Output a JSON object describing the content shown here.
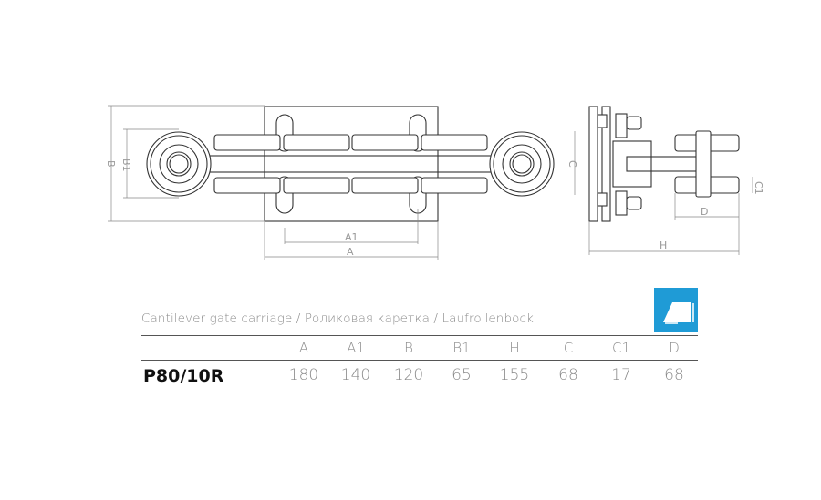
{
  "drawing": {
    "front_view_labels": {
      "B": "B",
      "B1": "B1",
      "A1": "A1",
      "A": "A"
    },
    "side_view_labels": {
      "C": "C",
      "C1": "C1",
      "D": "D",
      "H": "H"
    }
  },
  "caption": "Cantilever gate carriage / Роликовая каретка / Laufrollenbock",
  "badge": {
    "icon": "gate-profile-icon",
    "color": "#1f9bd6"
  },
  "table": {
    "columns": [
      "A",
      "A1",
      "B",
      "B1",
      "H",
      "C",
      "C1",
      "D"
    ],
    "rows": [
      {
        "model": "P80/10R",
        "values": [
          "180",
          "140",
          "120",
          "65",
          "155",
          "68",
          "17",
          "68"
        ]
      }
    ]
  }
}
